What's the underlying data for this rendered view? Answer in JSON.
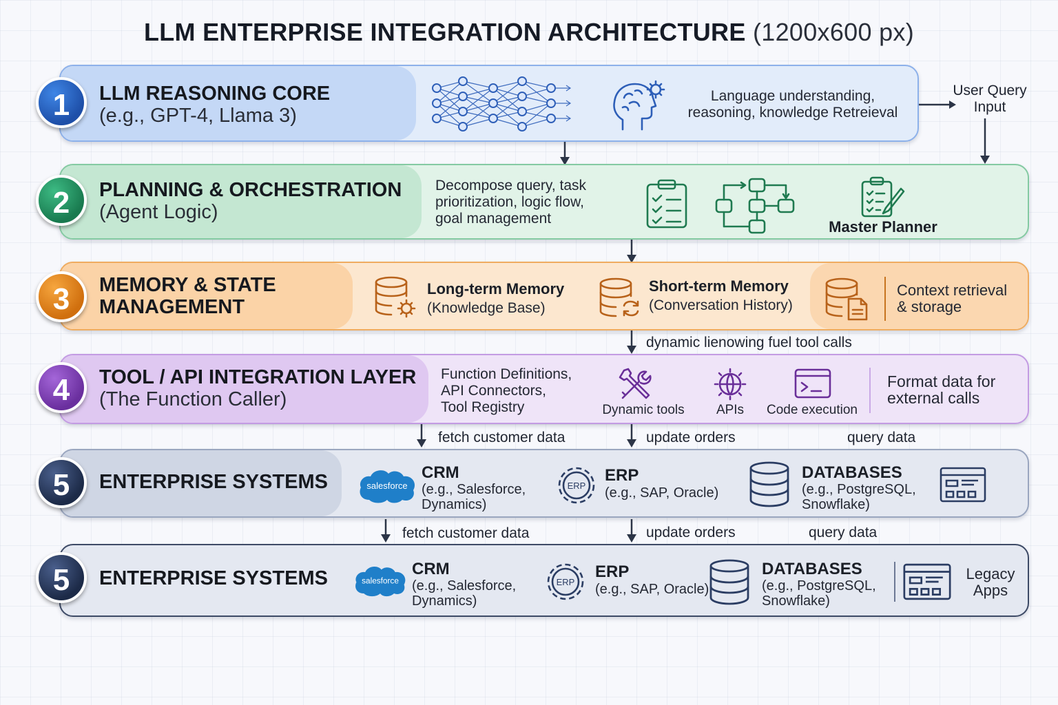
{
  "title": {
    "main": "LLM ENTERPRISE INTEGRATION ARCHITECTURE",
    "suffix": "(1200x600 px)"
  },
  "user_query": {
    "line1": "User Query",
    "line2": "Input"
  },
  "layers": [
    {
      "number": "1",
      "title": "LLM REASONING CORE",
      "subtitle": "(e.g., GPT-4, Llama 3)",
      "description_line1": "Language understanding,",
      "description_line2": "reasoning, knowledge Retreieval",
      "icons": [
        "neural-network-icon",
        "brain-gear-icon"
      ],
      "color": "#2f6fd0"
    },
    {
      "number": "2",
      "title": "PLANNING & ORCHESTRATION",
      "subtitle": "(Agent Logic)",
      "description_line1": "Decompose query, task",
      "description_line2": "prioritization, logic flow,",
      "description_line3": "goal management",
      "master_planner": "Master Planner",
      "icons": [
        "checklist-icon",
        "flowchart-icon",
        "planner-pencil-icon"
      ],
      "color": "#2e9a6a"
    },
    {
      "number": "3",
      "title_line1": "MEMORY & STATE",
      "title_line2": "MANAGEMENT",
      "long_term": {
        "title": "Long-term Memory",
        "detail": "(Knowledge Base)"
      },
      "short_term": {
        "title": "Short-term Memory",
        "detail": "(Conversation History)"
      },
      "context_line1": "Context retrieval",
      "context_line2": "& storage",
      "icons": [
        "database-gear-icon",
        "database-sync-icon",
        "database-document-icon"
      ],
      "color": "#e58a21"
    },
    {
      "number": "4",
      "title": "TOOL / API INTEGRATION LAYER",
      "subtitle": "(The Function Caller)",
      "definitions_line1": "Function Definitions,",
      "definitions_line2": "API Connectors,",
      "definitions_line3": "Tool Registry",
      "tools": [
        "Dynamic tools",
        "APIs",
        "Code execution"
      ],
      "format_line1": "Format data for",
      "format_line2": "external calls",
      "icons": [
        "wrench-screwdriver-icon",
        "globe-gear-icon",
        "terminal-icon"
      ],
      "color": "#8a4fbf"
    },
    {
      "number": "5",
      "title": "ENTERPRISE SYSTEMS",
      "crm": {
        "logo": "salesforce",
        "title": "CRM",
        "line1": "(e.g., Salesforce,",
        "line2": "Dynamics)"
      },
      "erp": {
        "logo": "ERP",
        "title": "ERP",
        "line1": "(e.g., SAP, Oracle)"
      },
      "databases": {
        "title": "DATABASES",
        "line1": "(e.g., PostgreSQL,",
        "line2": "Snowflake)"
      },
      "color": "#2b3d63"
    },
    {
      "number": "5",
      "title": "ENTERPRISE SYSTEMS",
      "crm": {
        "logo": "salesforce",
        "title": "CRM",
        "line1": "(e.g., Salesforce,",
        "line2": "Dynamics)"
      },
      "erp": {
        "logo": "ERP",
        "title": "ERP",
        "line1": "(e.g., SAP, Oracle)"
      },
      "databases": {
        "title": "DATABASES",
        "line1": "(e.g., PostgreSQL,",
        "line2": "Snowflake)"
      },
      "legacy": {
        "line1": "Legacy",
        "line2": "Apps"
      },
      "color": "#2b3d63"
    }
  ],
  "connectors": {
    "memory_to_tools": "dynamic lienowing fuel tool calls",
    "row1": {
      "fetch": "fetch customer data",
      "update": "update orders",
      "query": "query data"
    },
    "row2": {
      "fetch": "fetch customer data",
      "update": "update orders",
      "query": "query data"
    }
  }
}
